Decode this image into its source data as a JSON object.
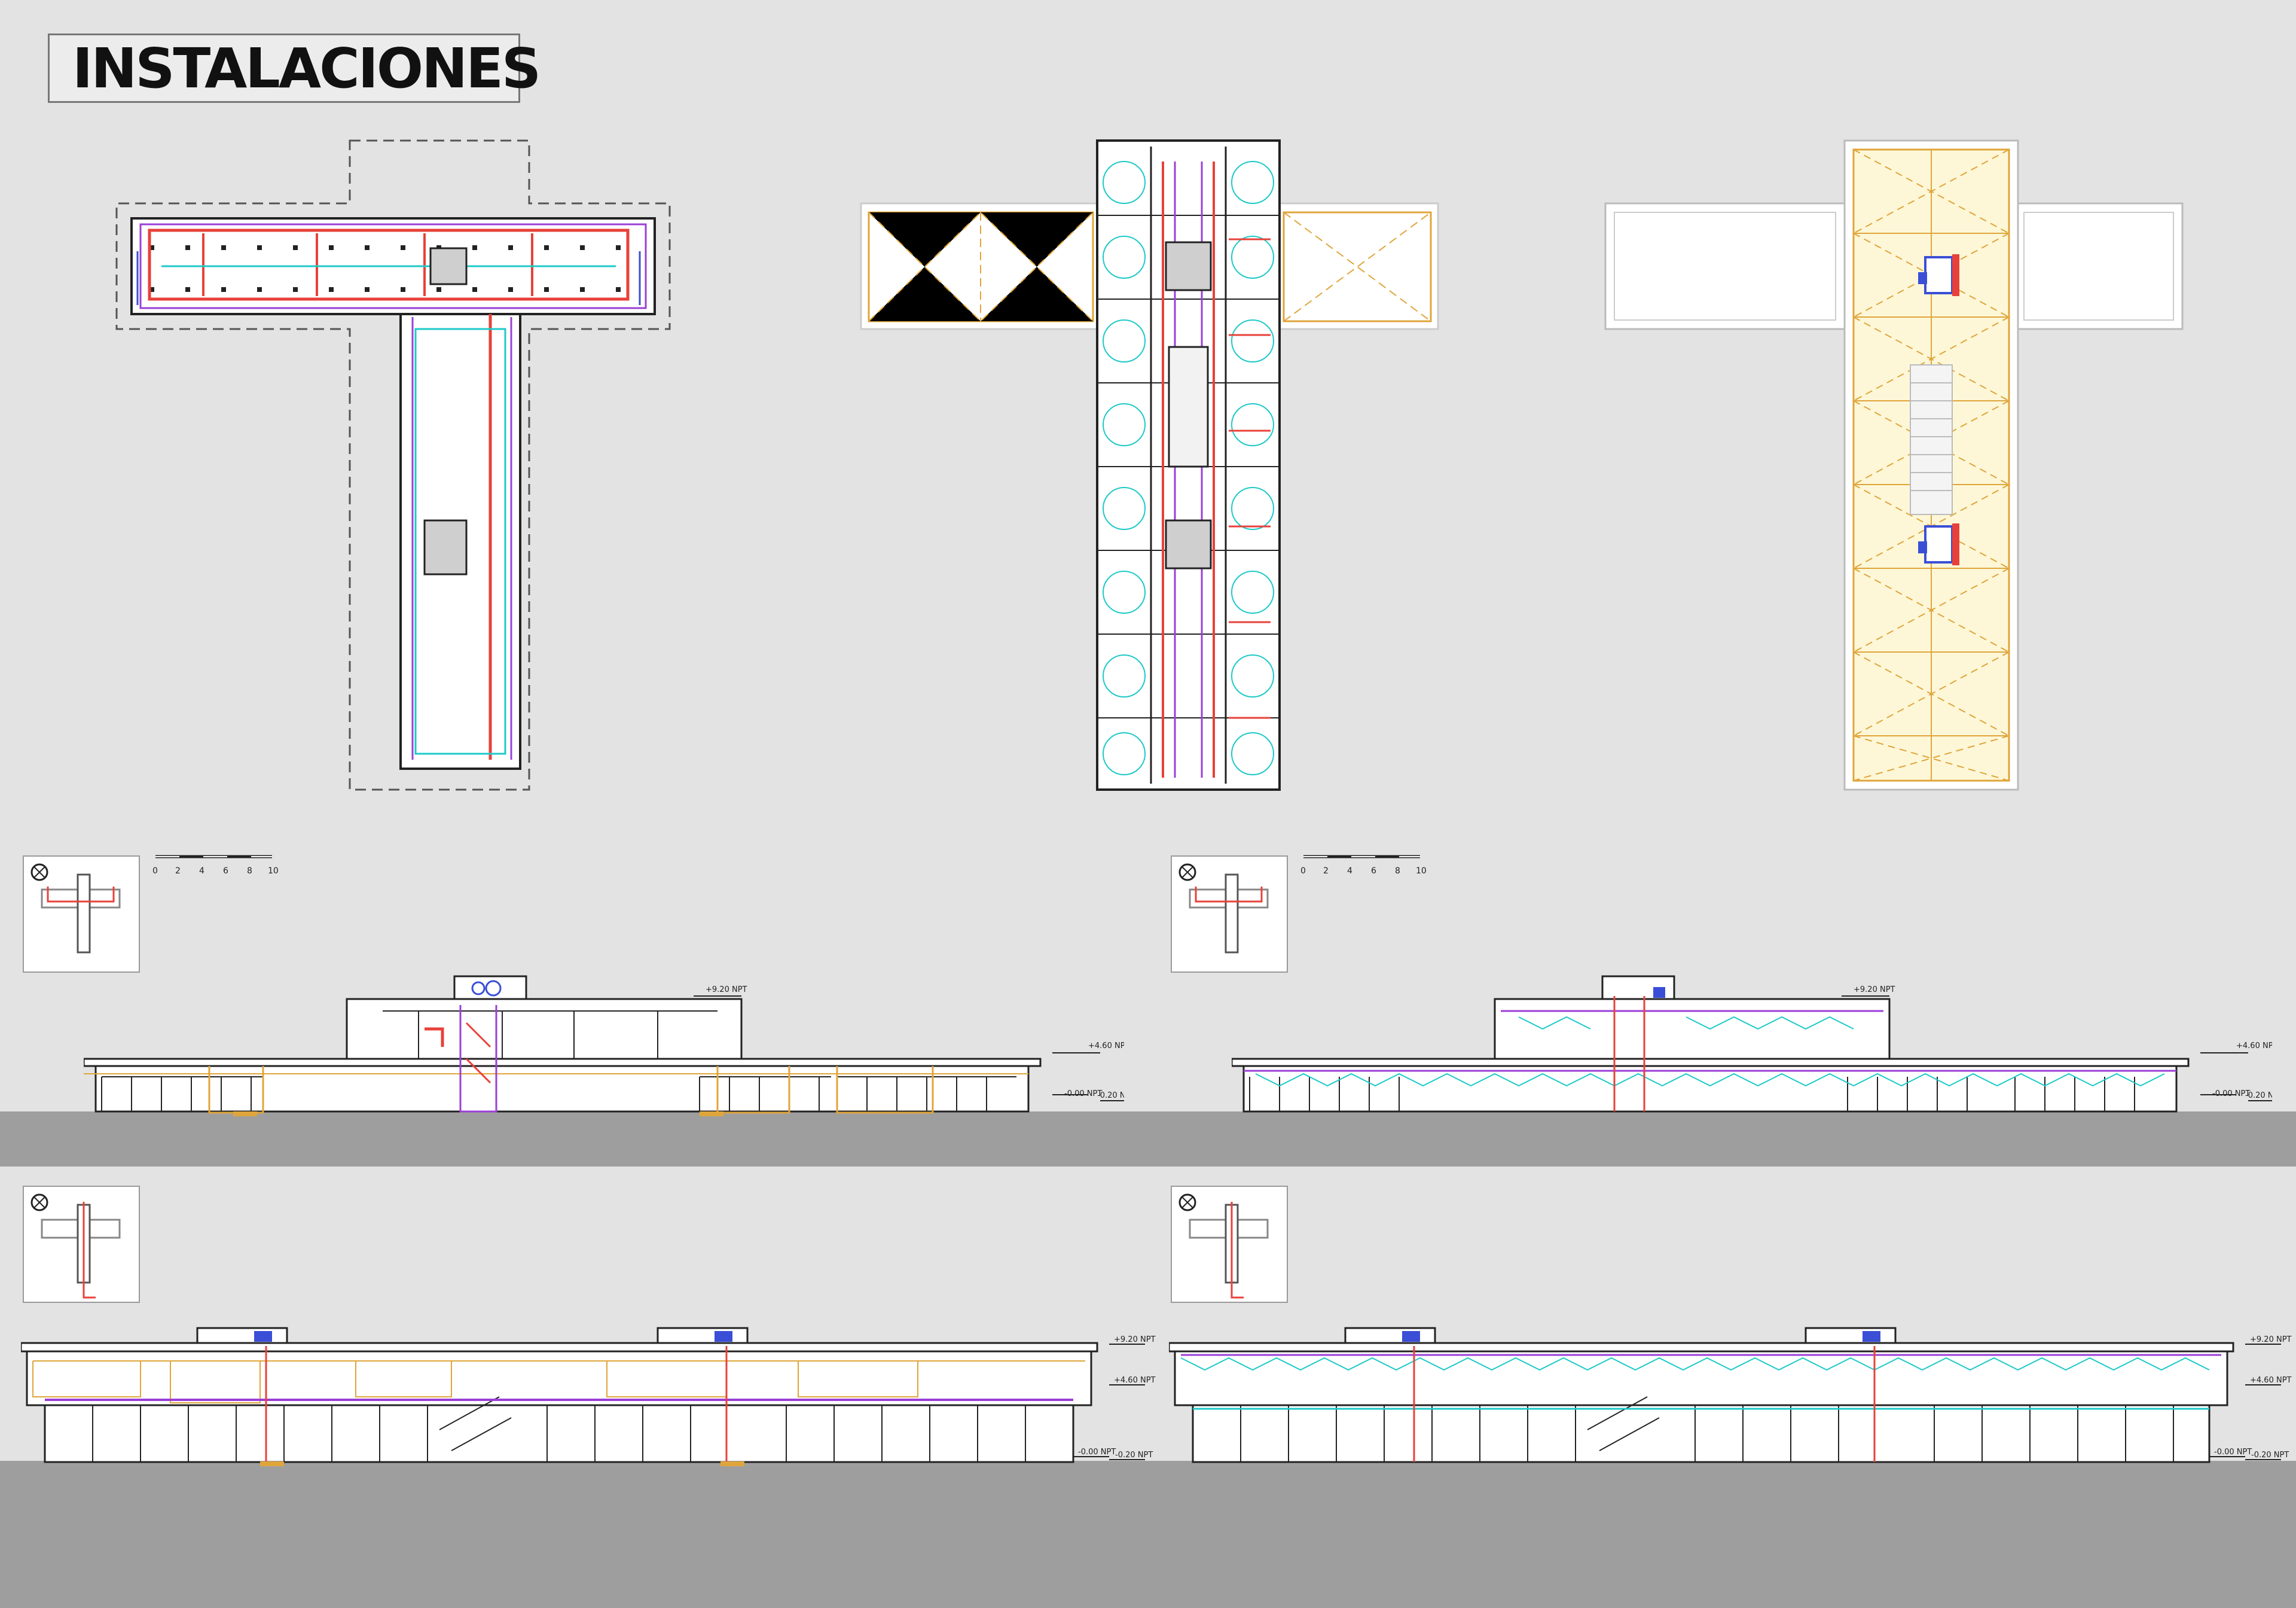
{
  "title": "INSTALACIONES",
  "scale_bar": {
    "ticks": [
      "0",
      "2",
      "4",
      "6",
      "8",
      "10"
    ]
  },
  "levels": {
    "top": "+9.20 NPT",
    "mid": "+4.60 NPT",
    "floor": "-0.00 NPT",
    "ground": "-0.20 NPT"
  },
  "colors": {
    "background": "#e3e3e3",
    "ground": "#9e9e9e",
    "electrical": "#e8413a",
    "data": "#9b3fd6",
    "water": "#1ec9c9",
    "lighting": "#e0a53a",
    "drainage": "#3a4fd6"
  }
}
